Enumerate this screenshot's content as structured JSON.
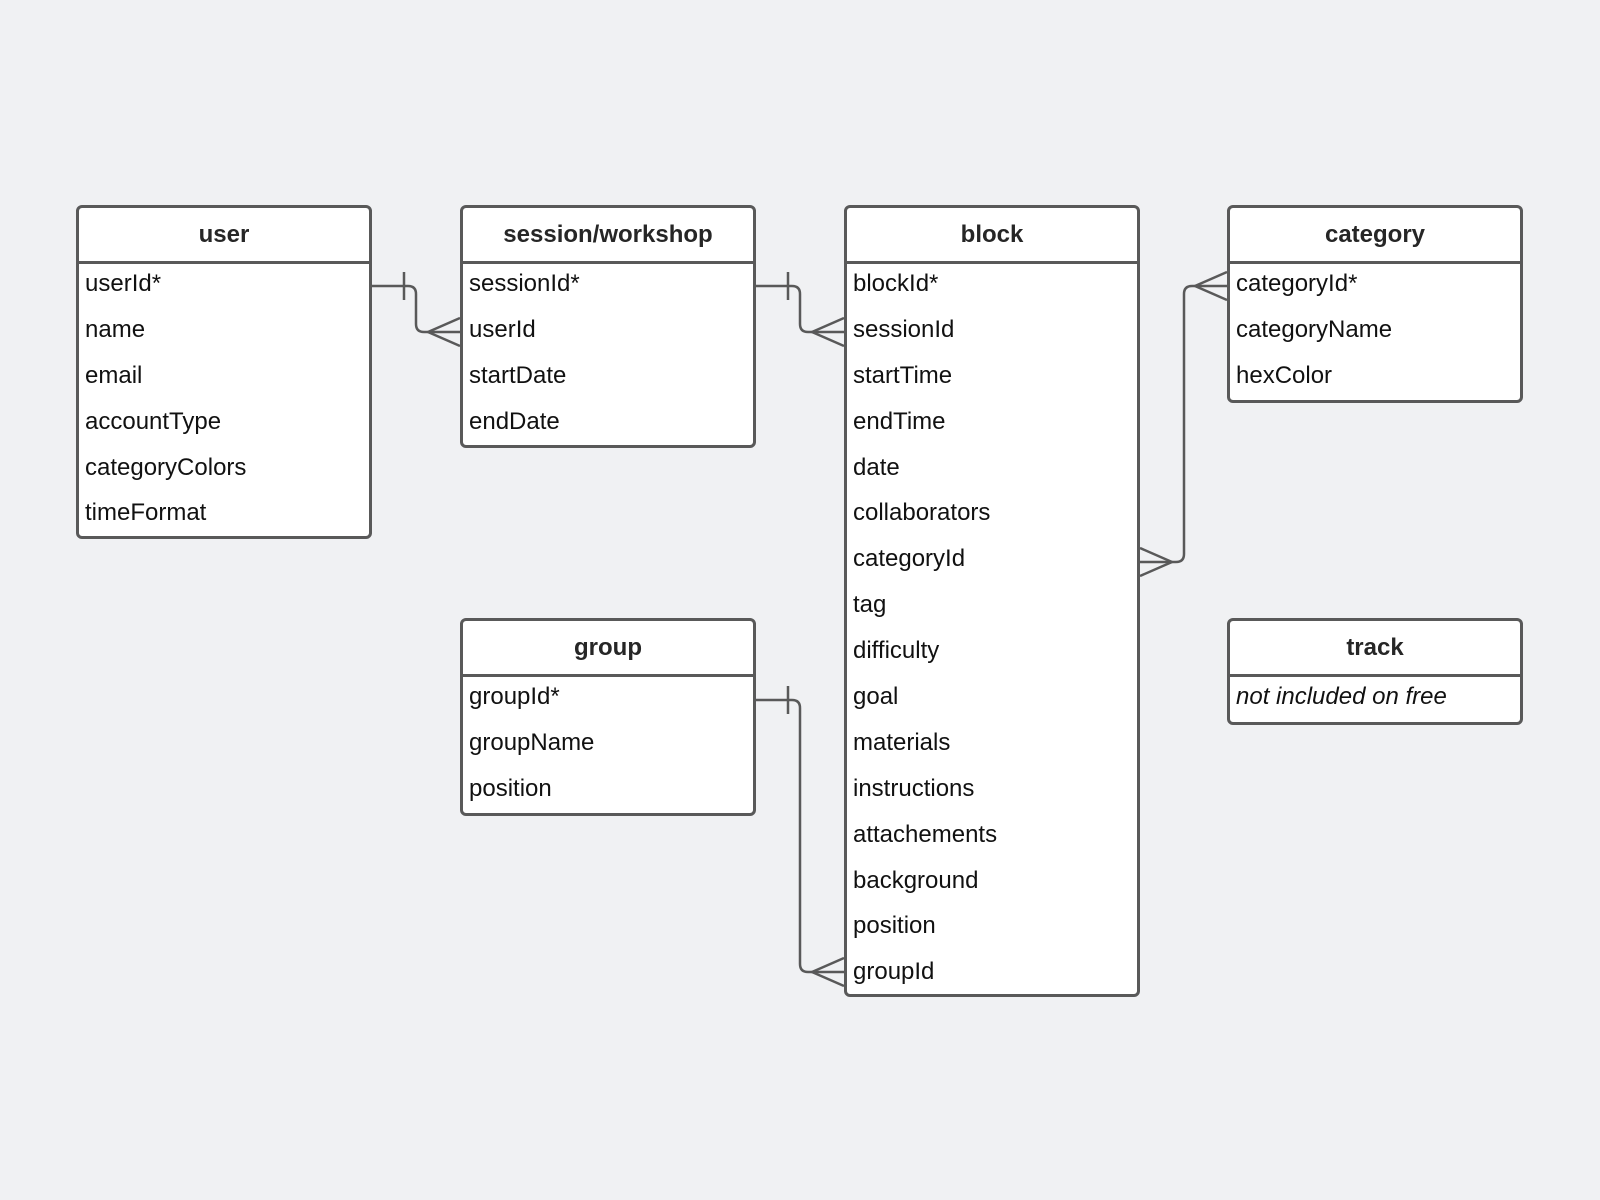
{
  "entities": [
    {
      "id": "user",
      "title": "user",
      "fields": [
        "userId*",
        "name",
        "email",
        "accountType",
        "categoryColors",
        "timeFormat"
      ],
      "italic": false
    },
    {
      "id": "session",
      "title": "session/workshop",
      "fields": [
        "sessionId*",
        "userId",
        "startDate",
        "endDate"
      ],
      "italic": false
    },
    {
      "id": "block",
      "title": "block",
      "fields": [
        "blockId*",
        "sessionId",
        "startTime",
        "endTime",
        "date",
        "collaborators",
        "categoryId",
        "tag",
        "difficulty",
        "goal",
        "materials",
        "instructions",
        "attachements",
        "background",
        "position",
        "groupId"
      ],
      "italic": false
    },
    {
      "id": "category",
      "title": "category",
      "fields": [
        "categoryId*",
        "categoryName",
        "hexColor"
      ],
      "italic": false
    },
    {
      "id": "group",
      "title": "group",
      "fields": [
        "groupId*",
        "groupName",
        "position"
      ],
      "italic": false
    },
    {
      "id": "track",
      "title": "track",
      "fields": [
        "not included on free"
      ],
      "italic": true
    }
  ],
  "relationships": [
    {
      "from": "user",
      "from_field": "userId*",
      "from_end": "one",
      "to": "session",
      "to_field": "userId",
      "to_end": "many"
    },
    {
      "from": "session",
      "from_field": "sessionId*",
      "from_end": "one",
      "to": "block",
      "to_field": "sessionId",
      "to_end": "many"
    },
    {
      "from": "group",
      "from_field": "groupId*",
      "from_end": "one",
      "to": "block",
      "to_field": "groupId",
      "to_end": "many"
    },
    {
      "from": "block",
      "from_field": "categoryId",
      "from_end": "many",
      "to": "category",
      "to_field": "categoryId*",
      "to_end": "many"
    }
  ],
  "colors": {
    "background": "#f0f1f3",
    "stroke": "#595959",
    "entity_fill": "#ffffff",
    "text": "#111111"
  }
}
